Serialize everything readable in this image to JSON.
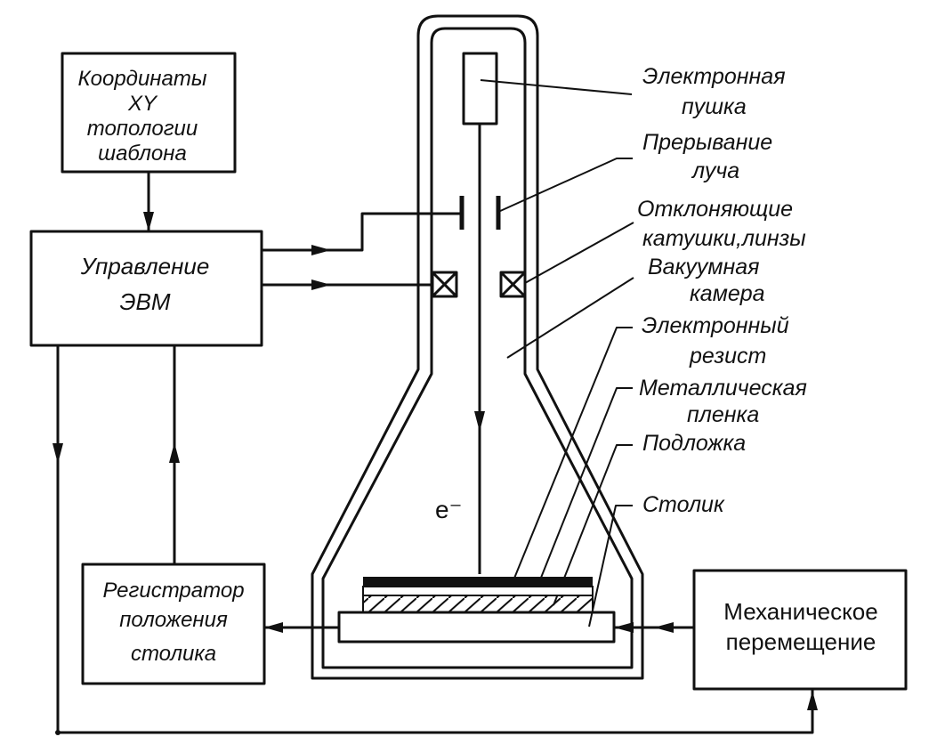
{
  "blocks": {
    "coordinates": [
      "Координаты",
      "XY",
      "топологии",
      "шаблона"
    ],
    "computer": [
      "Управление",
      "ЭВМ"
    ],
    "registrar": [
      "Регистратор",
      "положения",
      "столика"
    ],
    "mechanical": [
      "Механическое",
      "перемещение"
    ]
  },
  "labels": {
    "gun": [
      "Электронная",
      "пушка"
    ],
    "blanking": [
      "Прерывание",
      "луча"
    ],
    "deflection": [
      "Отклоняющие",
      "катушки,линзы"
    ],
    "vacuum": [
      "Вакуумная",
      "камера"
    ],
    "resist": [
      "Электронный",
      "резист"
    ],
    "metal": [
      "Металлическая",
      "пленка"
    ],
    "substrate": [
      "Подложка"
    ],
    "stage": [
      "Столик"
    ]
  },
  "beam_label": "e⁻",
  "colors": {
    "ink": "#111111",
    "background": "#ffffff"
  }
}
